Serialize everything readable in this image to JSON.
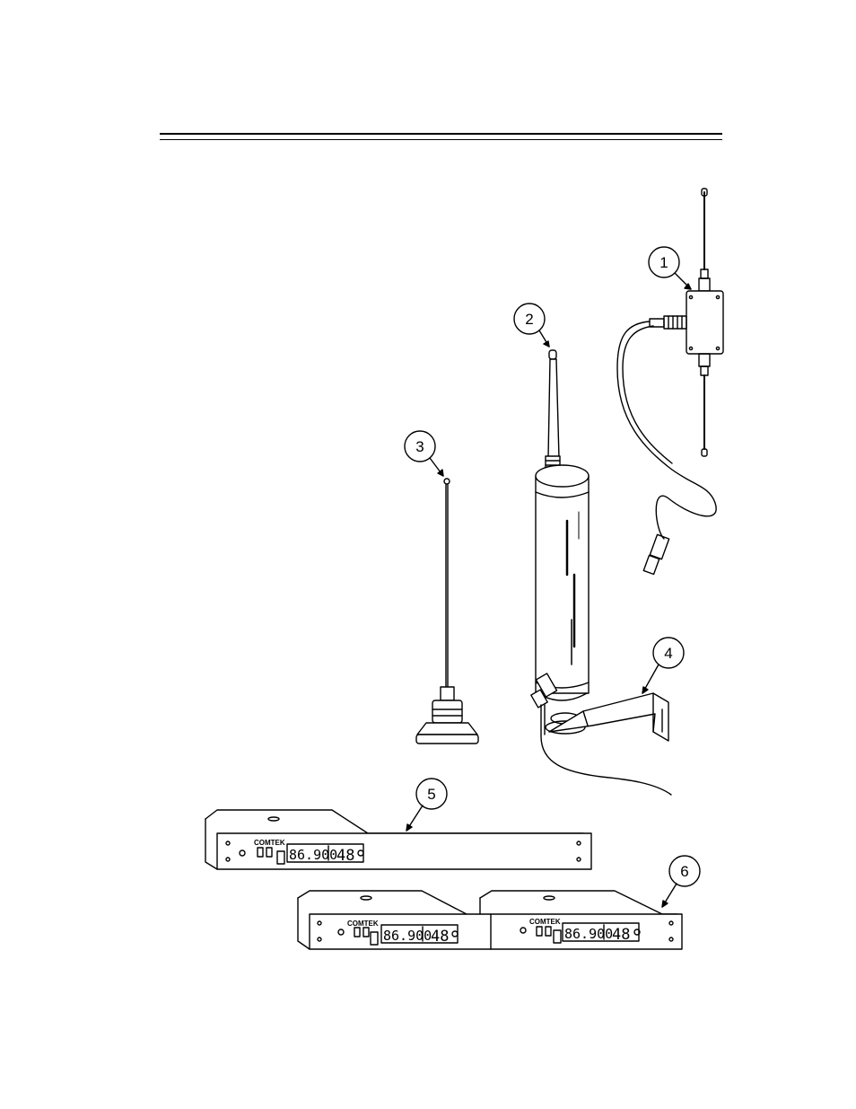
{
  "callouts": [
    {
      "id": "1",
      "label": "1",
      "part": "antenna-coupler"
    },
    {
      "id": "2",
      "label": "2",
      "part": "tube-antenna"
    },
    {
      "id": "3",
      "label": "3",
      "part": "whip-antenna"
    },
    {
      "id": "4",
      "label": "4",
      "part": "wall-bracket"
    },
    {
      "id": "5",
      "label": "5",
      "part": "single-rack-transmitter"
    },
    {
      "id": "6",
      "label": "6",
      "part": "dual-rack-transmitter"
    }
  ],
  "transmitter": {
    "brand": "COMTEK",
    "frequency": "86.900",
    "channel": "48"
  },
  "colors": {
    "ink": "#000000",
    "paper": "#ffffff",
    "fill_gray": "#e6e6e6"
  }
}
